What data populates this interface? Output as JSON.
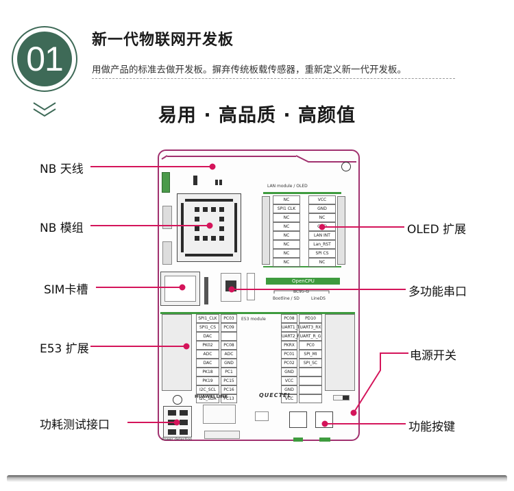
{
  "header": {
    "badge": "01",
    "title": "新一代物联网开发板",
    "subtitle": "用做产品的标准去做开发板。摒弃传统板载传感器，重新定义新一代开发板。"
  },
  "slogan": "易用 · 高品质 · 高颜值",
  "labels": {
    "nb_antenna": "NB 天线",
    "nb_module": "NB 模组",
    "sim_slot": "SIM卡槽",
    "e53": "E53 扩展",
    "power_test": "功耗测试接口",
    "oled": "OLED 扩展",
    "uart": "多功能串口",
    "power_switch": "电源开关",
    "func_key": "功能按键"
  },
  "colors": {
    "accent": "#3e6a57",
    "callout": "#d4145a",
    "board_outline": "#a0306e"
  },
  "board": {
    "oled_header": "LAN module / OLED",
    "oled_left": [
      "NC",
      "SPI1 CLK",
      "NC",
      "NC",
      "NC",
      "NC",
      "NC",
      "NC"
    ],
    "oled_right": [
      "VCC",
      "GND",
      "NC",
      "GND",
      "LAN INT",
      "Lan_RST",
      "SPI CS",
      "NC"
    ],
    "opencpu": "OpenCPU",
    "bc95": "BC95-G",
    "bootm": "Bootline / SD",
    "lineds": "LineDS",
    "e53_header": "E53 module",
    "e53_left": [
      "SPI1_CLK",
      "SPI1_CS",
      "DAC",
      "PK02",
      "ADC",
      "DAC",
      "PK18",
      "PK19",
      "I2C_SCL",
      "I2C_SDA"
    ],
    "e53_mid": [
      "PC03",
      "PC09",
      "",
      "PC08",
      "ADC",
      "GND",
      "PC1",
      "PC15",
      "PC16",
      "PC13"
    ],
    "e53_right1": [
      "PC08",
      "UART1_TX",
      "UART2_RX",
      "PKRX",
      "PC01",
      "PC02",
      "GND",
      "VCC",
      "GND",
      "VCC"
    ],
    "e53_right2": [
      "PD10",
      "UART3_RX",
      "UART_R_G",
      "PC0",
      "SPI_MI",
      "SPI_SC",
      "",
      "",
      "",
      ""
    ],
    "huawei": "HUAWEI LINK",
    "quectel": "QUECTEL",
    "power_detection": "Power detection"
  }
}
